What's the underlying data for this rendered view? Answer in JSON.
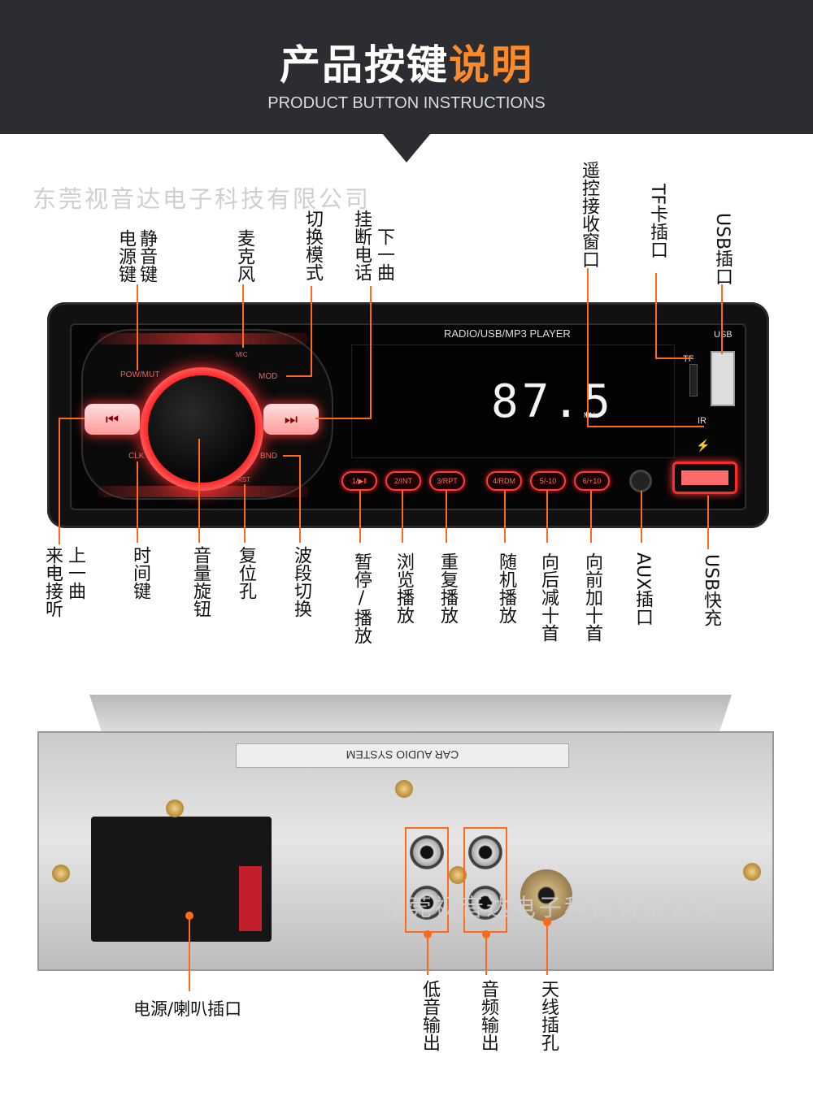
{
  "header": {
    "title_main": "产品按键",
    "title_accent": "说明",
    "subtitle": "PRODUCT BUTTON INSTRUCTIONS"
  },
  "watermark": "东莞视音达电子科技有限公司",
  "radio_panel": {
    "display_title": "RADIO/USB/MP3 PLAYER",
    "frequency": "87.5",
    "unit": "MHz",
    "tags": {
      "pow": "POW/MUT",
      "mic": "MIC",
      "mod": "MOD",
      "clk": "CLK",
      "bnd": "BND",
      "rst": "RST",
      "tf": "TF",
      "ir": "IR",
      "usb": "USB"
    },
    "preset_buttons": [
      "1/▶‖",
      "2/INT",
      "3/RPT",
      "4/RDM",
      "5/-10",
      "6/+10"
    ]
  },
  "top_labels": {
    "mute_power": [
      "电源键",
      "静音键"
    ],
    "mic": "麦克风",
    "mode": "切换模式",
    "hangup": [
      "挂断电话",
      "下一曲"
    ],
    "ir": "遥控接收窗口",
    "tf": "TF卡插口",
    "usb": "USB插口"
  },
  "bottom_labels": {
    "answer": [
      "来电接听",
      "上一曲"
    ],
    "clock": "时间键",
    "volume": "音量旋钮",
    "reset": "复位孔",
    "band": "波段切换",
    "pause": "暂停/播放",
    "browse": "浏览播放",
    "repeat": "重复播放",
    "random": "随机播放",
    "back10": "向后减十首",
    "fwd10": "向前加十首",
    "aux": "AUX插口",
    "usb_charge": "USB快充"
  },
  "back_labels": {
    "power_speaker": "电源/喇叭插口",
    "sub_out": "低音输出",
    "audio_out": "音频输出",
    "antenna": "天线插孔",
    "sticker": "CAR AUDIO SYSTEM"
  }
}
